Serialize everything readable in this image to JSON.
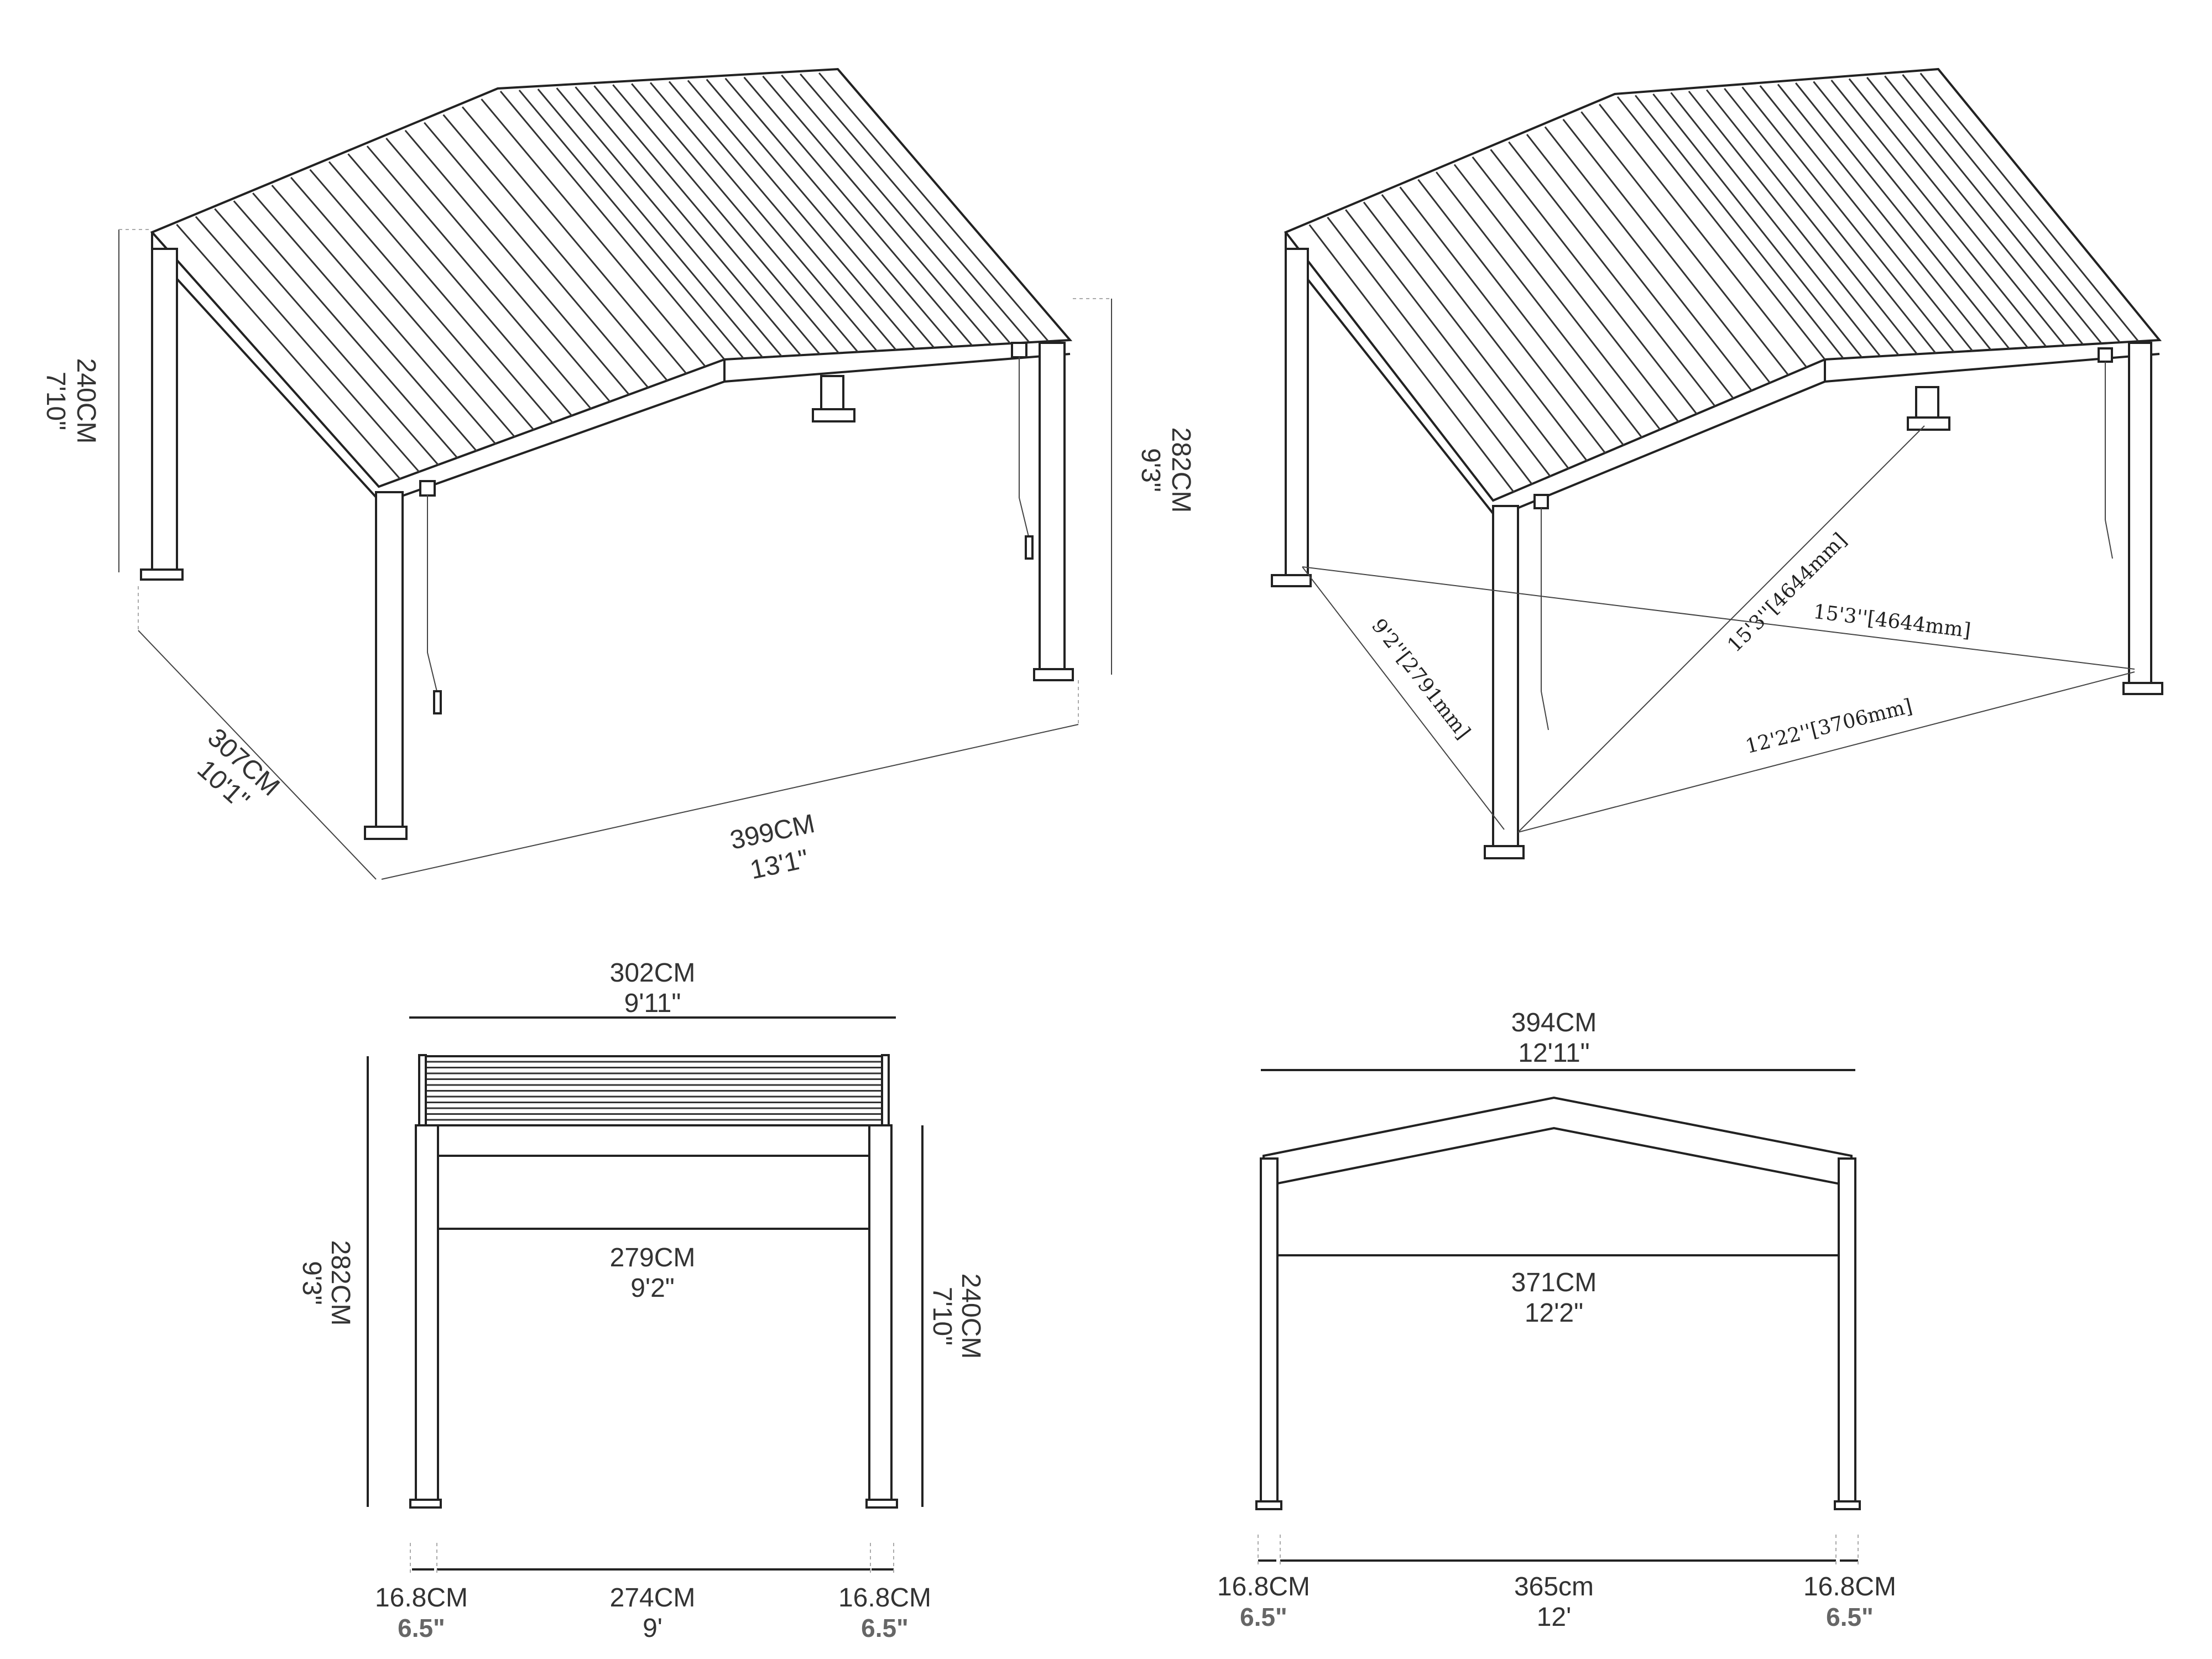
{
  "colors": {
    "line": "#222222",
    "text": "#333333",
    "muted": "#666666",
    "guide": "#aaaaaa"
  },
  "views": {
    "iso_dimensions": {
      "post_height_cm": "240CM",
      "post_height_in": "7'10\"",
      "peak_height_cm": "282CM",
      "peak_height_in": "9'3\"",
      "depth_cm": "307CM",
      "depth_in": "10'1\"",
      "width_cm": "399CM",
      "width_in": "13'1\""
    },
    "iso_diagonals": {
      "diag_a": "15'3''[4644mm]",
      "diag_b": "15'3''[4644mm]",
      "side": "9'2''[2791mm]",
      "front": "12'22''[3706mm]"
    },
    "side_view": {
      "top_cm": "302CM",
      "top_in": "9'11\"",
      "inner_cm": "279CM",
      "inner_in": "9'2\"",
      "height_left_cm": "282CM",
      "height_left_in": "9'3\"",
      "height_right_cm": "240CM",
      "height_right_in": "7'10\"",
      "left_post_cm": "16.8CM",
      "left_post_in": "6.5\"",
      "base_cm": "274CM",
      "base_in": "9'",
      "right_post_cm": "16.8CM",
      "right_post_in": "6.5\""
    },
    "front_view": {
      "top_cm": "394CM",
      "top_in": "12'11\"",
      "inner_cm": "371CM",
      "inner_in": "12'2\"",
      "left_post_cm": "16.8CM",
      "left_post_in": "6.5\"",
      "base_cm": "365cm",
      "base_in": "12'",
      "right_post_cm": "16.8CM",
      "right_post_in": "6.5\""
    }
  }
}
